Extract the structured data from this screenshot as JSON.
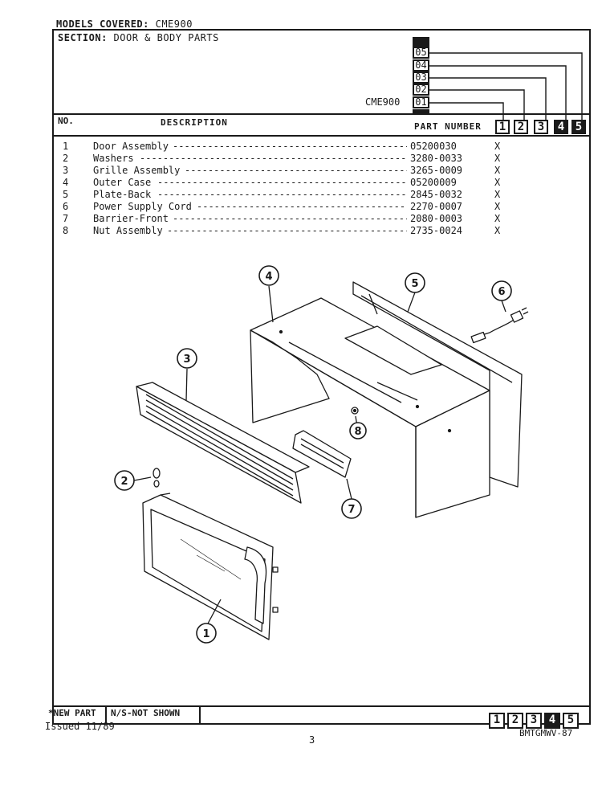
{
  "header": {
    "models_label": "MODELS COVERED:",
    "models_value": "CME900",
    "section_label": "SECTION:",
    "section_value": "DOOR & BODY PARTS",
    "model_code": "CME900",
    "version_codes": [
      "05",
      "04",
      "03",
      "02",
      "01"
    ]
  },
  "columns": {
    "no": "NO.",
    "description": "DESCRIPTION",
    "part_number": "PART NUMBER",
    "version_numbers": [
      "1",
      "2",
      "3",
      "4",
      "5"
    ]
  },
  "parts": [
    {
      "no": "1",
      "description": "Door Assembly",
      "part_number": "05200030",
      "mark": "X"
    },
    {
      "no": "2",
      "description": "Washers",
      "part_number": "3280-0033",
      "mark": "X"
    },
    {
      "no": "3",
      "description": "Grille Assembly",
      "part_number": "3265-0009",
      "mark": "X"
    },
    {
      "no": "4",
      "description": "Outer Case",
      "part_number": "05200009",
      "mark": "X"
    },
    {
      "no": "5",
      "description": "Plate-Back",
      "part_number": "2845-0032",
      "mark": "X"
    },
    {
      "no": "6",
      "description": "Power Supply Cord",
      "part_number": "2270-0007",
      "mark": "X"
    },
    {
      "no": "7",
      "description": "Barrier-Front",
      "part_number": "2080-0003",
      "mark": "X"
    },
    {
      "no": "8",
      "description": "Nut Assembly",
      "part_number": "2735-0024",
      "mark": "X"
    }
  ],
  "diagram": {
    "callouts": [
      "1",
      "2",
      "3",
      "4",
      "5",
      "6",
      "7",
      "8"
    ]
  },
  "footer": {
    "new_part": "*NEW PART",
    "not_shown": "N/S-NOT SHOWN",
    "version_numbers": [
      "1",
      "2",
      "3",
      "4",
      "5"
    ],
    "issued": "Issued 11/89",
    "page": "3",
    "doc_code": "BMTGMWV-87"
  }
}
